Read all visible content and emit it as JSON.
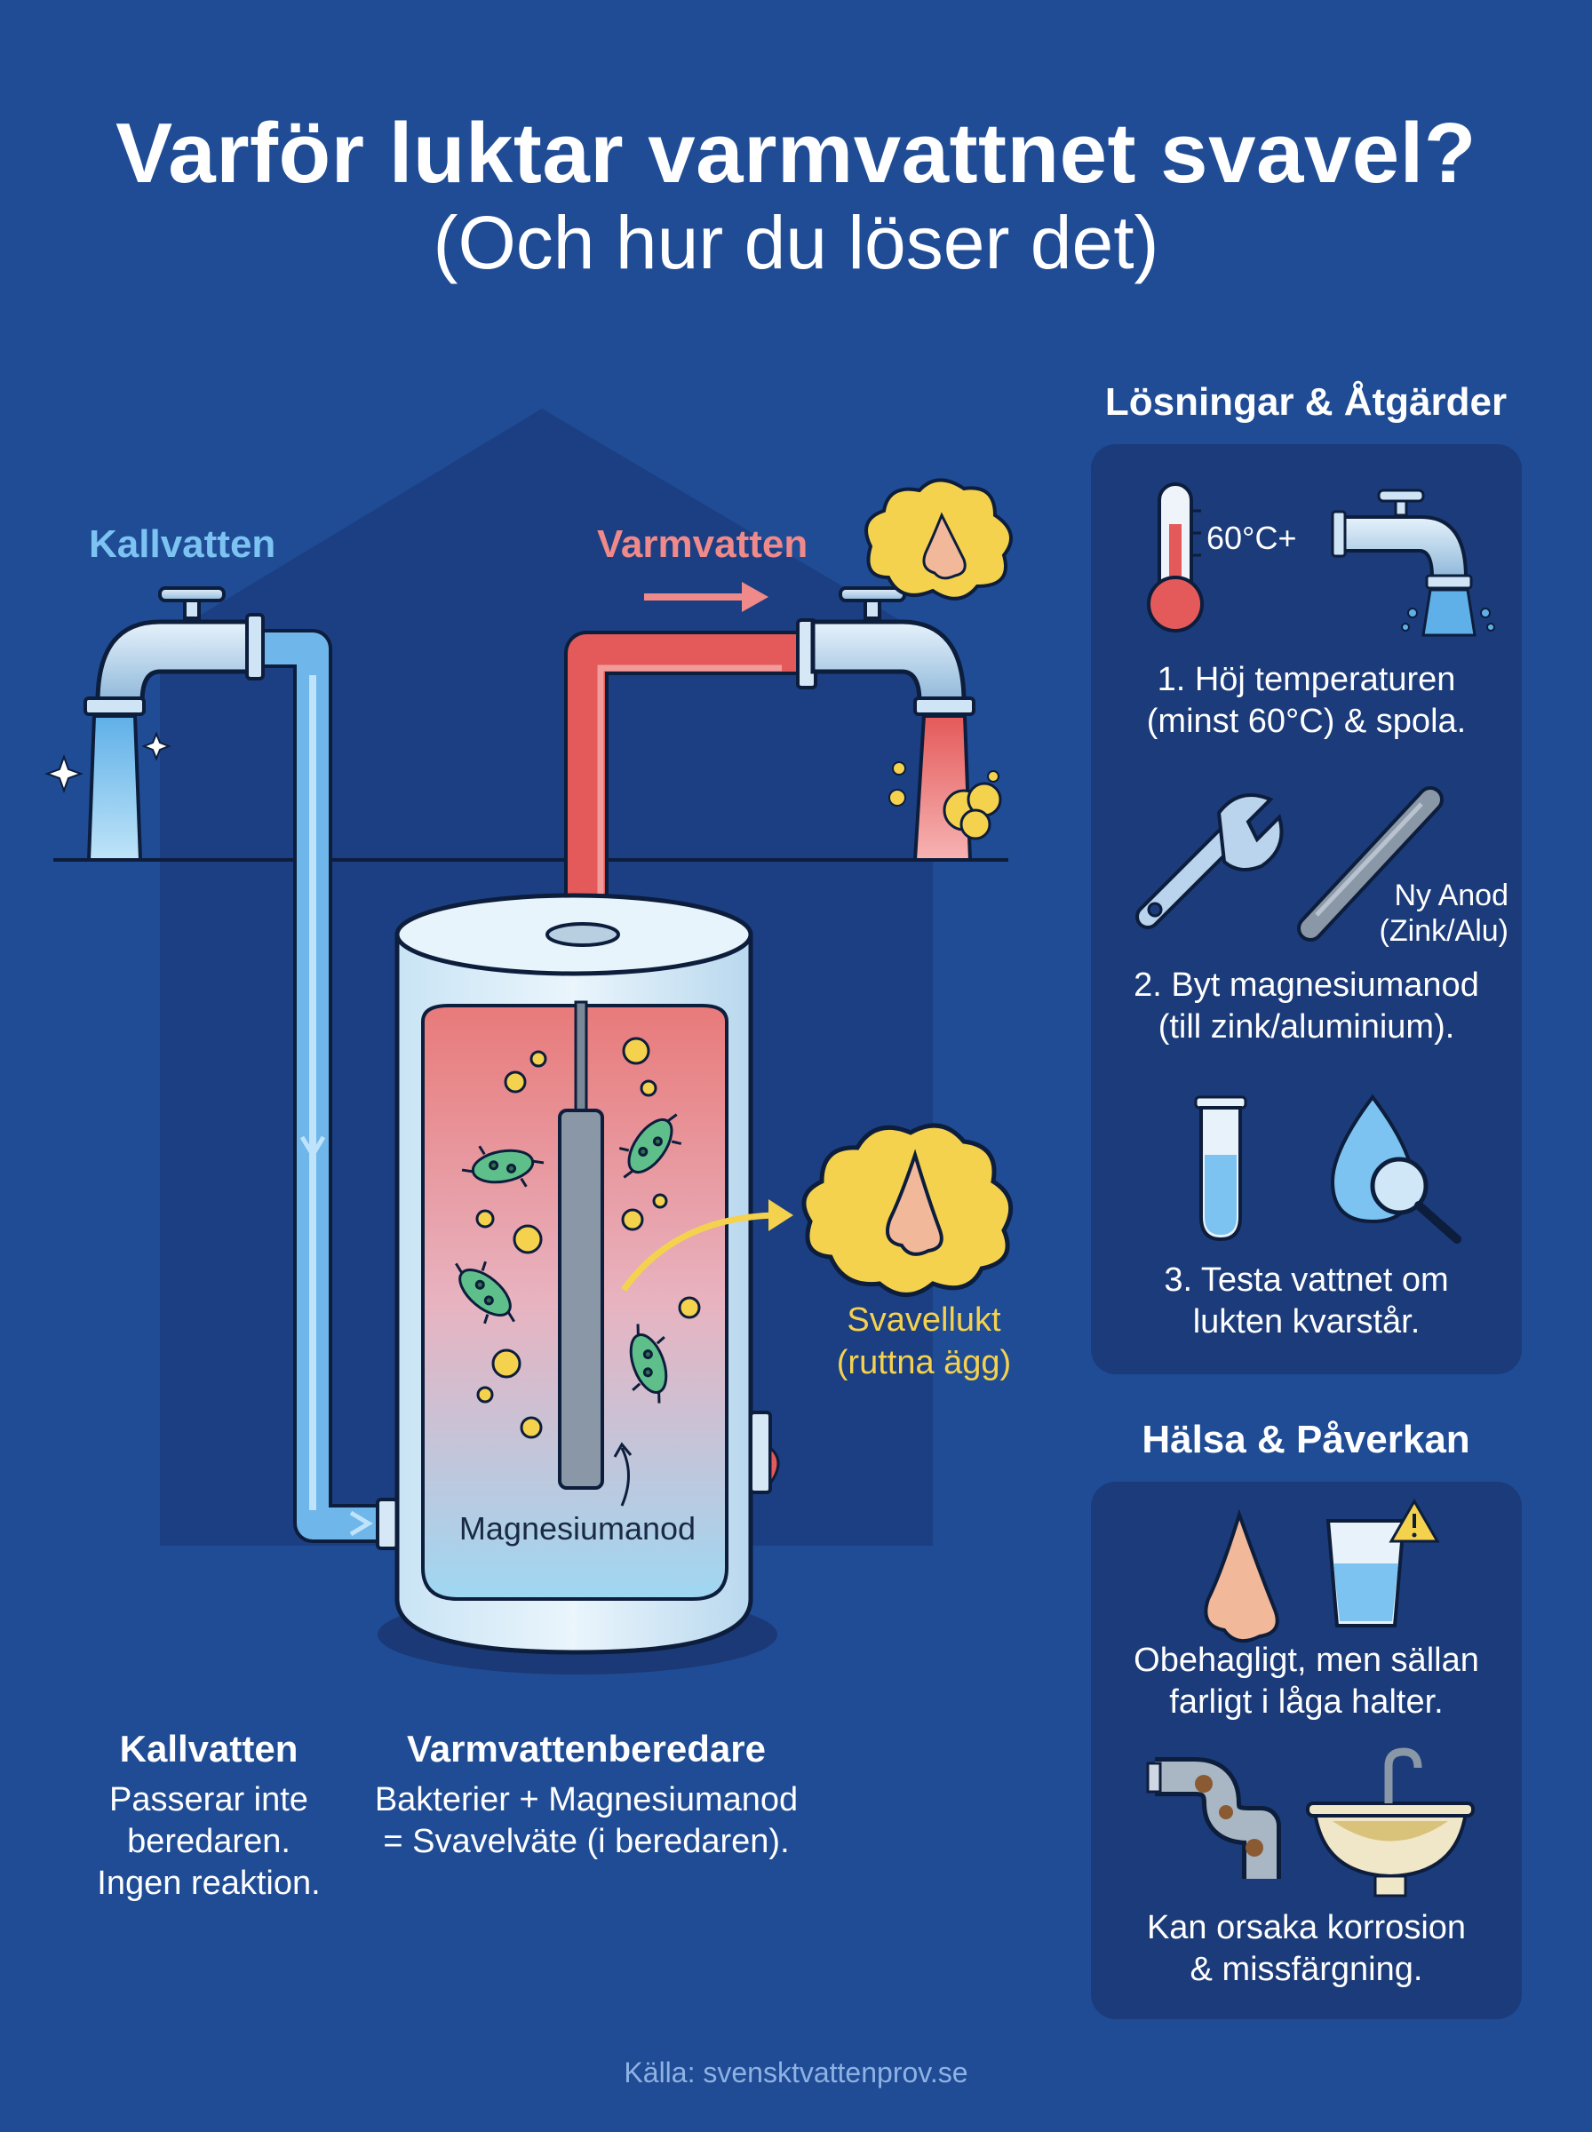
{
  "title": "Varför luktar varmvattnet svavel?",
  "subtitle": "(Och hur du löser det)",
  "diagram": {
    "cold_label": "Kallvatten",
    "hot_label": "Varmvatten",
    "anode_label": "Magnesiumanod",
    "smell_label_1": "Svavellukt",
    "smell_label_2": "(ruttna ägg)"
  },
  "captions": {
    "cold": {
      "title": "Kallvatten",
      "line1": "Passerar inte",
      "line2": "beredaren.",
      "line3": "Ingen reaktion."
    },
    "heater": {
      "title": "Varmvattenberedare",
      "line1": "Bakterier + Magnesiumanod",
      "line2": "= Svavelväte (i beredaren)."
    }
  },
  "solutions": {
    "heading": "Lösningar & Åtgärder",
    "temp_label": "60°C+",
    "step1_line1": "1. Höj temperaturen",
    "step1_line2": "(minst 60°C) & spola.",
    "anode_label_1": "Ny Anod",
    "anode_label_2": "(Zink/Alu)",
    "step2_line1": "2. Byt magnesiumanod",
    "step2_line2": "(till zink/aluminium).",
    "step3_line1": "3. Testa vattnet om",
    "step3_line2": "lukten kvarstår."
  },
  "health": {
    "heading": "Hälsa & Påverkan",
    "item1_line1": "Obehagligt, men sällan",
    "item1_line2": "farligt i låga halter.",
    "item2_line1": "Kan orsaka korrosion",
    "item2_line2": "& missfärgning."
  },
  "source": "Källa: svensktvattenprov.se",
  "colors": {
    "background": "#1f4c95",
    "cold": "#7cc3f2",
    "hot": "#e45a5a",
    "smell": "#f5d24e",
    "panel": "#1b3b7a"
  }
}
